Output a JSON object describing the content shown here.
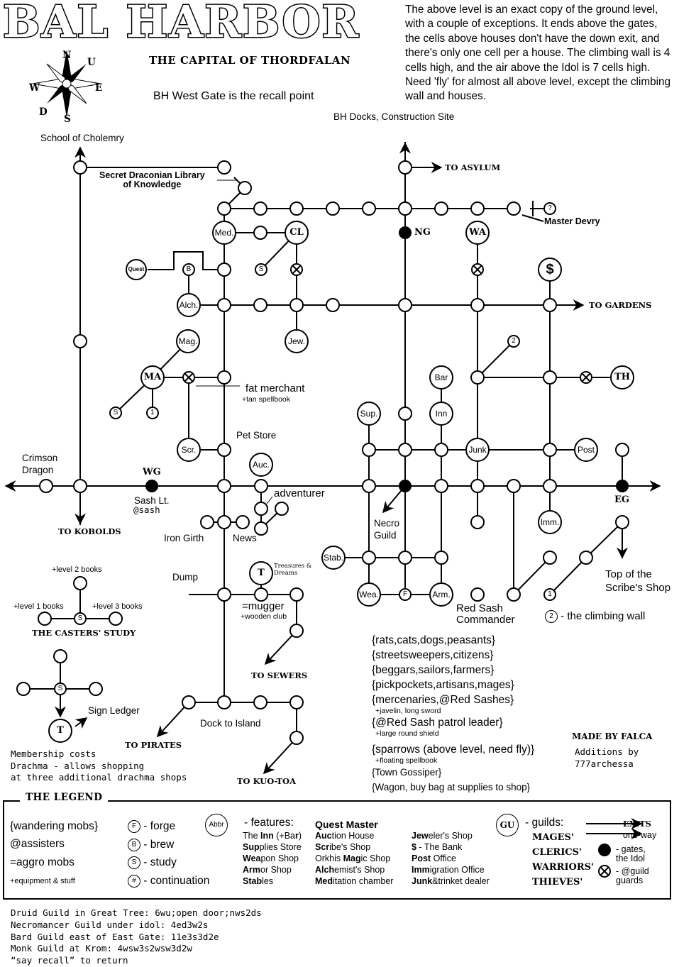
{
  "header": {
    "title": "BAL HARBOR",
    "subtitle": "THE CAPITAL OF THORDFALAN",
    "recall_note": "BH West Gate is the recall point",
    "level_note": "The above level is an exact copy of the ground level, with a couple of exceptions. It ends above the gates, the cells above houses don't have the down exit, and there's only one cell per a house. The climbing wall is 4 cells high, and the air above the Idol is 7 cells high. Need 'fly' for almost all above level, except the climbing wall and houses.",
    "compass": {
      "n": "N",
      "u": "U",
      "w": "W",
      "e": "E",
      "d": "D",
      "s": "S"
    }
  },
  "map": {
    "labels": {
      "school": "School of Cholemry",
      "docks": "BH Docks, Construction Site",
      "secret_library": "Secret Draconian Library\nof Knowledge",
      "master_devry": "Master Devry",
      "fat_merchant": "fat merchant",
      "tan_spellbook": "+tan spellbook",
      "pet_store": "Pet Store",
      "crimson_dragon": "Crimson\nDragon",
      "sash_lt": "Sash Lt.",
      "at_sash": "@sash",
      "adventurer": "adventurer",
      "iron_girth": "Iron Girth",
      "news": "News",
      "necro_guild": "Necro\nGuild",
      "dump": "Dump",
      "treasures": "Treasures &\nDreams",
      "mugger": "=mugger",
      "wooden_club": "+wooden club",
      "red_sash_commander": "Red Sash\nCommander",
      "scribe_shop": "Top of the\nScribe's Shop",
      "climbing_wall": "- the climbing wall",
      "dock_to_island": "Dock to Island",
      "sign_ledger": "Sign Ledger",
      "membership": "Membership costs\nDrachma - allows shopping\nat three additional drachma shops",
      "level2": "+level 2 books",
      "level1": "+level 1 books",
      "level3": "+level 3 books",
      "casters_study": "THE CASTERS' STUDY",
      "made_by": "MADE BY FALCA",
      "additions": "Additions by\n777archessa"
    },
    "exits": {
      "asylum": "TO ASYLUM",
      "gardens": "TO GARDENS",
      "kobolds": "TO KOBOLDS",
      "sewers": "TO SEWERS",
      "pirates": "TO PIRATES",
      "kuotoa": "TO KUO-TOA"
    },
    "nodes": {
      "med": "Med.",
      "cl": "CL",
      "wa": "WA",
      "quest": "Quest",
      "b": "B",
      "s": "S",
      "alch": "Alch.",
      "dollar": "$",
      "jew": "Jew.",
      "mag": "Mag.",
      "ma": "MA",
      "one": "1",
      "two": "2",
      "bar": "Bar",
      "inn": "Inn",
      "sup": "Sup.",
      "th": "TH",
      "scr": "Scr.",
      "auc": "Auc.",
      "junk": "Junk",
      "post": "Post",
      "imm": "Imm.",
      "stab": "Stab.",
      "wea": "Wea.",
      "f": "F",
      "arm": "Arm.",
      "t": "T",
      "ng": "NG",
      "wg": "WG",
      "eg": "EG",
      "q": "?"
    }
  },
  "mobs": [
    {
      "text": "{rats,cats,dogs,peasants}"
    },
    {
      "text": "{streetsweepers,citizens}"
    },
    {
      "text": "{beggars,sailors,farmers}"
    },
    {
      "text": "{pickpockets,artisans,mages}"
    },
    {
      "text": "{mercenaries,@Red Sashes}",
      "sub": "+javelin, long sword"
    },
    {
      "text": "{@Red Sash patrol leader}",
      "sub": "+large round shield"
    },
    {
      "text": "{sparrows (above level, need fly)}",
      "sub": "+floating spellbook"
    },
    {
      "text": "{Town Gossiper}"
    },
    {
      "text": "{Wagon, buy bag at supplies to shop}"
    }
  ],
  "legend": {
    "title": "THE LEGEND",
    "col1": [
      "{wandering mobs}",
      "@assisters",
      "=aggro mobs",
      "+equipment & stuff"
    ],
    "col2": [
      {
        "icon": "F",
        "text": "- forge"
      },
      {
        "icon": "B",
        "text": "- brew"
      },
      {
        "icon": "S",
        "text": "- study"
      },
      {
        "icon": "#",
        "text": "- continuation"
      }
    ],
    "abbr_icon": "Abbr",
    "features_label": "- features:",
    "features_a": [
      "The Inn (+Bar)",
      "Supplies Store",
      "Weapon Shop",
      "Armor Shop",
      "Stables"
    ],
    "features_b": [
      "Quest Master",
      "Auction House",
      "Scribe's Shop",
      "Orkhis Magic Shop",
      "Alchemist's Shop",
      "Meditation chamber"
    ],
    "features_c": [
      "Jeweler's Shop",
      "$ - The Bank",
      "Post Office",
      "Immigration Office",
      "Junk&trinket dealer"
    ],
    "gu_icon": "GU",
    "guilds_label": "- guilds:",
    "guilds": [
      "MAGES'",
      "CLERICS'",
      "WARRIORS'",
      "THIEVES'"
    ],
    "exits_label": "EXITS",
    "oneway_label": "one-way",
    "gates_label": "- gates,\nthe Idol",
    "guards_label": "- @guild\nguards"
  },
  "footer": [
    "Druid Guild in Great Tree: 6wu;open door;nws2ds",
    "Necromancer Guild under idol: 4ed3w2s",
    "Bard Guild east of East Gate: 11e3s3d2e",
    "Monk Guild at Krom: 4wsw3s2wsw3d2w",
    "“say recall” to return"
  ]
}
